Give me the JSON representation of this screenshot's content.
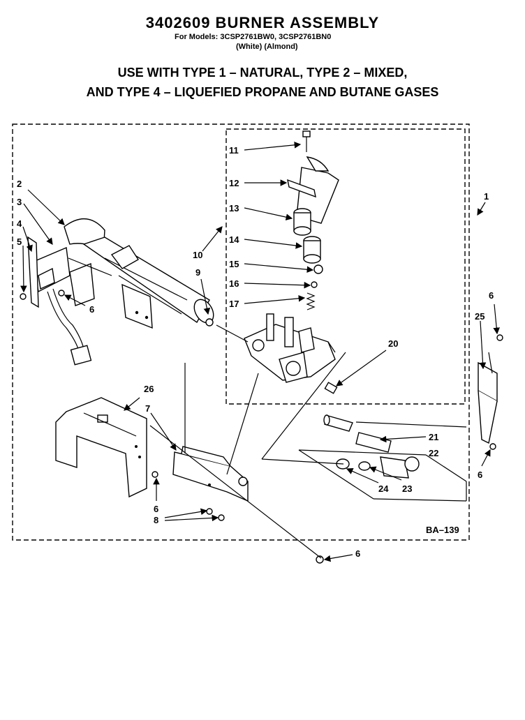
{
  "header": {
    "title": "3402609 BURNER ASSEMBLY",
    "models": "For Models: 3CSP2761BW0, 3CSP2761BN0",
    "colors": "(White)    (Almond)",
    "line1": "USE WITH TYPE 1 – NATURAL, TYPE 2 – MIXED,",
    "line2": "AND TYPE 4 – LIQUEFIED PROPANE AND BUTANE GASES"
  },
  "diagram_code": "BA–139",
  "callouts": {
    "c1": "1",
    "c2": "2",
    "c3": "3",
    "c4": "4",
    "c5": "5",
    "c6a": "6",
    "c6b": "6",
    "c6c": "6",
    "c6d": "6",
    "c6e": "6",
    "c7": "7",
    "c8": "8",
    "c9": "9",
    "c10": "10",
    "c11": "11",
    "c12": "12",
    "c13": "13",
    "c14": "14",
    "c15": "15",
    "c16": "16",
    "c17": "17",
    "c20": "20",
    "c21": "21",
    "c22": "22",
    "c23": "23",
    "c24": "24",
    "c25": "25",
    "c26": "26"
  }
}
